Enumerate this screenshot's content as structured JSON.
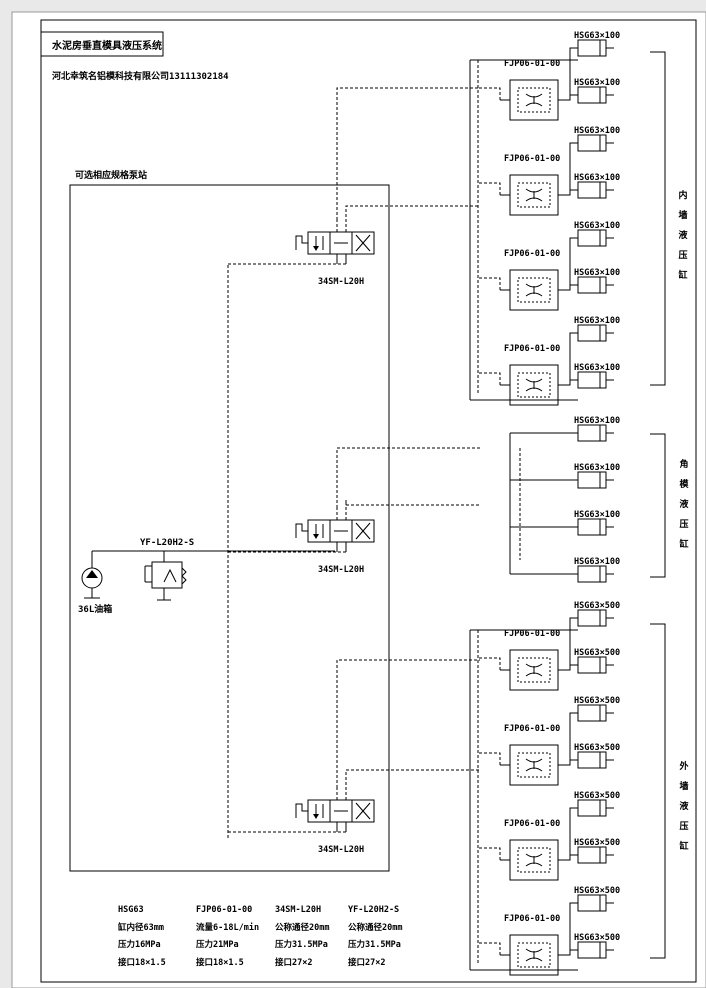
{
  "title": "水泥房垂直模具液压系统",
  "company": "河北幸筑名铝模科技有限公司13111302184",
  "pump_station_label": "可选相应规格泵站",
  "tank_label": "36L油箱",
  "relief_valve_label": "YF-L20H2-S",
  "directional_valve_label": "34SM-L20H",
  "divider_label": "FJP06-01-00",
  "cyl_100": "HSG63×100",
  "cyl_500": "HSG63×500",
  "groups": [
    {
      "name": "内墙液压缸",
      "chars": [
        "内",
        "墙",
        "液",
        "压",
        "缸"
      ]
    },
    {
      "name": "角模液压缸",
      "chars": [
        "角",
        "模",
        "液",
        "压",
        "缸"
      ]
    },
    {
      "name": "外墙液压缸",
      "chars": [
        "外",
        "墙",
        "液",
        "压",
        "缸"
      ]
    }
  ],
  "specs": [
    {
      "model": "HSG63",
      "lines": [
        "缸内径63mm",
        "压力16MPa",
        "接口18×1.5"
      ]
    },
    {
      "model": "FJP06-01-00",
      "lines": [
        "流量6-18L/min",
        "压力21MPa",
        "接口18×1.5"
      ]
    },
    {
      "model": "34SM-L20H",
      "lines": [
        "公称通径20mm",
        "压力31.5MPa",
        "接口27×2"
      ]
    },
    {
      "model": "YF-L20H2-S",
      "lines": [
        "公称通径20mm",
        "压力31.5MPa",
        "接口27×2"
      ]
    }
  ]
}
